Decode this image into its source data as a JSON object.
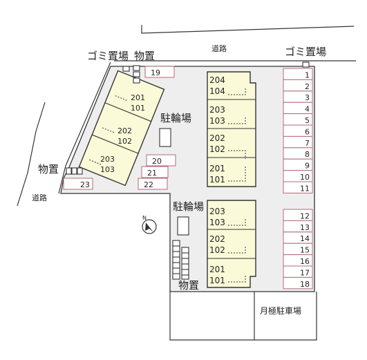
{
  "labels": {
    "road_top": "道路",
    "road_left": "道路",
    "garbage_left": "ゴミ置場",
    "storage_top": "物置",
    "garbage_right": "ゴミ置場",
    "bicycle_parking_upper": "駐輪場",
    "bicycle_parking_lower": "駐輪場",
    "storage_left": "物置",
    "storage_bottom": "物置",
    "monthly_parking": "月極駐車場",
    "north": "N"
  },
  "units": {
    "left": [
      {
        "upper": "201",
        "lower": "101"
      },
      {
        "upper": "202",
        "lower": "102"
      },
      {
        "upper": "203",
        "lower": "103"
      }
    ],
    "upper_right": [
      {
        "upper": "204",
        "lower": "104"
      },
      {
        "upper": "203",
        "lower": "103"
      },
      {
        "upper": "202",
        "lower": "102"
      },
      {
        "upper": "201",
        "lower": "101"
      }
    ],
    "lower_right": [
      {
        "upper": "203",
        "lower": "103"
      },
      {
        "upper": "202",
        "lower": "102"
      },
      {
        "upper": "201",
        "lower": "101"
      }
    ]
  },
  "parking": {
    "right_column_a": [
      "1",
      "2",
      "3",
      "4",
      "5",
      "6",
      "7",
      "8",
      "9",
      "10",
      "11"
    ],
    "right_column_b": [
      "12",
      "13",
      "14",
      "15",
      "16",
      "17",
      "18"
    ],
    "scattered": [
      "19",
      "20",
      "21",
      "22",
      "23"
    ]
  },
  "colors": {
    "building_fill": "#fbfad8",
    "lot_border": "#b06a78",
    "ground": "#eeeeee"
  }
}
